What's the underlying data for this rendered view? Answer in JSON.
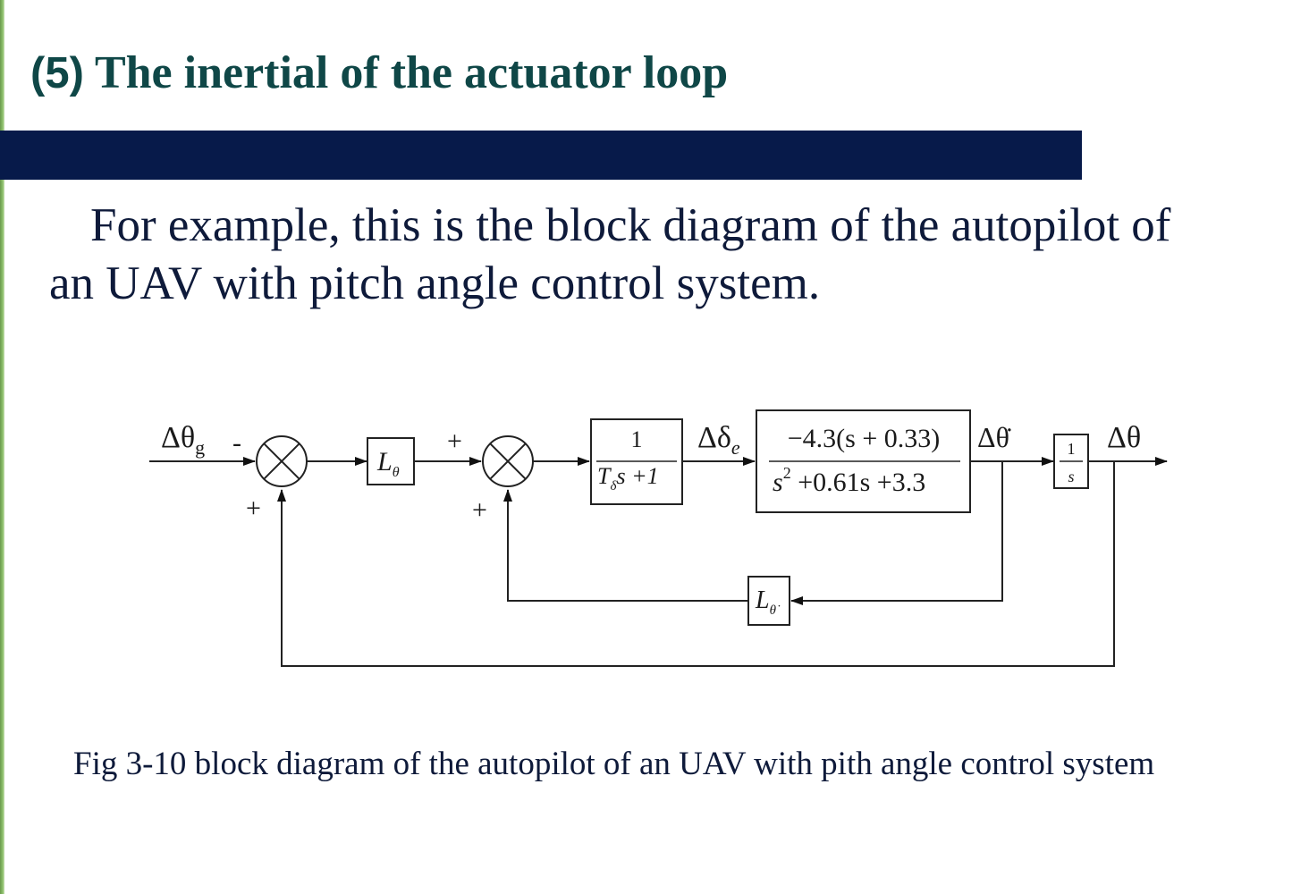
{
  "slide": {
    "title_num": "(5)",
    "title_rest": " The inertial of the actuator loop",
    "body_line1": "For example, this is the block diagram of the autopilot  of",
    "body_line2": "an UAV  with pitch angle control system.",
    "caption": "Fig 3-10 block diagram of the autopilot of an UAV  with pith angle control system"
  },
  "diagram": {
    "input": {
      "delta": "Δθ",
      "sub": "g"
    },
    "output": "Δθ",
    "sum1": {
      "top_sign": "-",
      "bottom_sign": "+"
    },
    "sum2": {
      "top_sign": "+",
      "bottom_sign": "+"
    },
    "gain_theta": {
      "L": "L",
      "sub": "θ"
    },
    "gain_thetadot": {
      "L": "L",
      "sub": "θ̇"
    },
    "actuator": {
      "num": "1",
      "den_T": "T",
      "den_sub": "δ",
      "den_rest": "s +1"
    },
    "plant": {
      "num": "−4.3(s + 0.33)",
      "den_s": "s",
      "den_exp": "2",
      "den_rest": " +0.61s +3.3"
    },
    "integrator": {
      "num": "1",
      "den": "s"
    },
    "delta_e": {
      "delta": "Δδ",
      "sub": "e"
    },
    "theta_dot": "Δθ̇"
  }
}
